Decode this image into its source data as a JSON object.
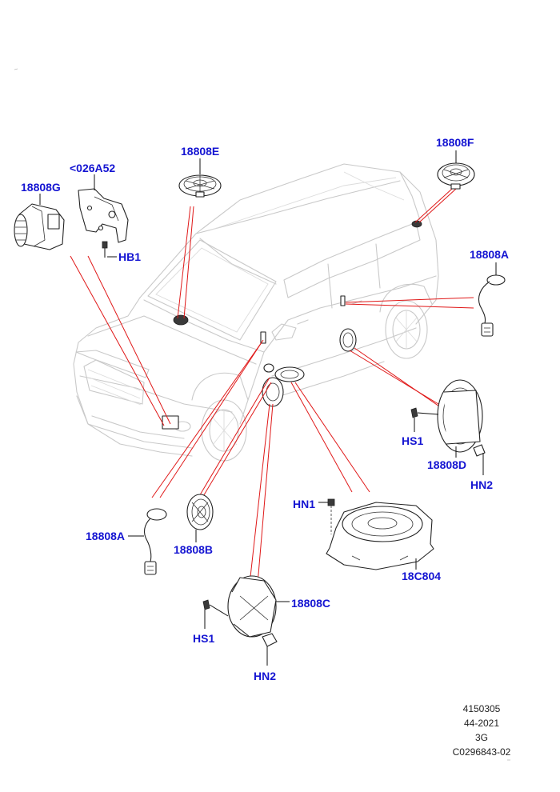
{
  "colors": {
    "callout": "#1414d2",
    "leader_red": "#e01818",
    "vehicle_outline": "#c9c9c9",
    "parts": "#222222"
  },
  "callouts": {
    "c_18808E": "18808E",
    "c_18808F": "18808F",
    "c_026A52": "<026A52",
    "c_18808G": "18808G",
    "c_HB1": "HB1",
    "c_18808A_right": "18808A",
    "c_HS1_right": "HS1",
    "c_18808D": "18808D",
    "c_HN2_right": "HN2",
    "c_HN1": "HN1",
    "c_18C804": "18C804",
    "c_18808A_left": "18808A",
    "c_18808B": "18808B",
    "c_18808C": "18808C",
    "c_HS1_left": "HS1",
    "c_HN2_left": "HN2"
  },
  "footer": {
    "line1": "4150305",
    "line2": "44-2021",
    "line3": "3G",
    "line4": "C0296843-02"
  }
}
